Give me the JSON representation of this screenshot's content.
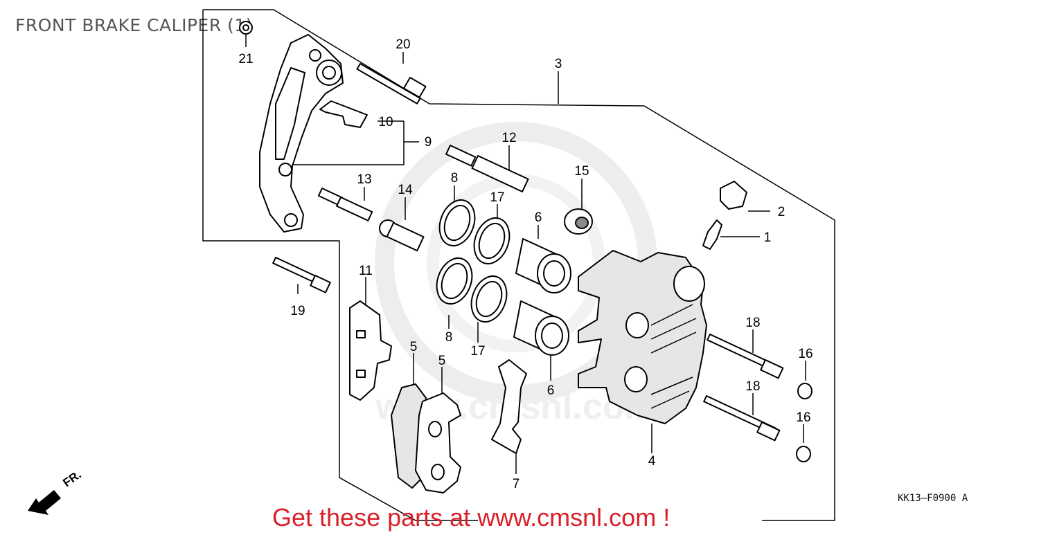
{
  "title": "FRONT BRAKE CALIPER (1)",
  "diagram_code": "KK13–F0900 A",
  "promo_text": "Get these parts at www.cmsnl.com !",
  "direction_label": "FR.",
  "watermark_text": "www.cmsnl.com",
  "callouts": {
    "c1": "1",
    "c2": "2",
    "c3": "3",
    "c4": "4",
    "c5a": "5",
    "c5b": "5",
    "c6a": "6",
    "c6b": "6",
    "c7": "7",
    "c8a": "8",
    "c8b": "8",
    "c9": "9",
    "c10": "10",
    "c11": "11",
    "c12": "12",
    "c13": "13",
    "c14": "14",
    "c15": "15",
    "c16a": "16",
    "c16b": "16",
    "c17a": "17",
    "c17b": "17",
    "c18a": "18",
    "c18b": "18",
    "c19": "19",
    "c20": "20",
    "c21": "21"
  },
  "colors": {
    "promo": "#d8202a",
    "title": "#555555",
    "ink": "#000000",
    "watermark": "#e8e8e8"
  }
}
